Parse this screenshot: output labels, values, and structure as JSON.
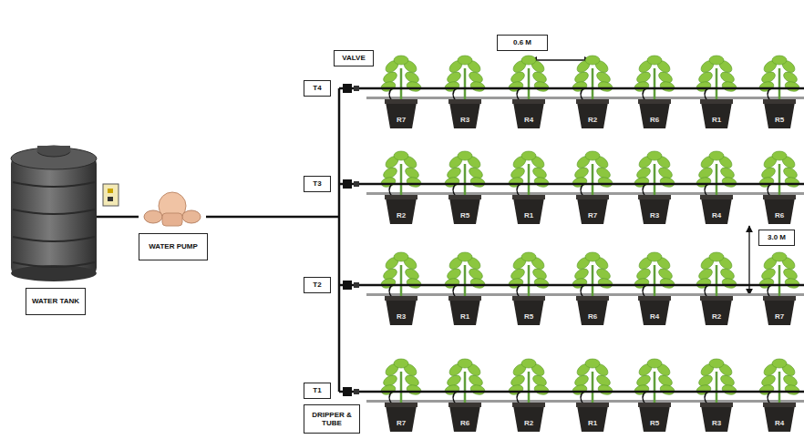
{
  "diagram": {
    "nodes": [
      {
        "text": [
          "0.6 M"
        ]
      },
      {
        "text": [
          "VALVE"
        ]
      },
      {
        "text": [
          "T4"
        ]
      },
      {
        "text": [
          "T3"
        ]
      },
      {
        "text": [
          "T2"
        ]
      },
      {
        "text": [
          "T1"
        ]
      },
      {
        "text": [
          "WATER TANK"
        ]
      },
      {
        "text": [
          "WATER PUMP"
        ]
      },
      {
        "text": [
          "3.0 M"
        ]
      },
      {
        "text": [
          "DRIPPER & TUBE"
        ]
      },
      {
        "text": [
          "R7"
        ]
      },
      {
        "text": [
          "R3"
        ]
      },
      {
        "text": [
          "R4"
        ]
      },
      {
        "text": [
          "R2"
        ]
      },
      {
        "text": [
          "R6"
        ]
      },
      {
        "text": [
          "R1"
        ]
      },
      {
        "text": [
          "R5"
        ]
      },
      {
        "text": [
          "R2"
        ]
      },
      {
        "text": [
          "R5"
        ]
      },
      {
        "text": [
          "R1"
        ]
      },
      {
        "text": [
          "R7"
        ]
      },
      {
        "text": [
          "R3"
        ]
      },
      {
        "text": [
          "R4"
        ]
      },
      {
        "text": [
          "R6"
        ]
      },
      {
        "text": [
          "R3"
        ]
      },
      {
        "text": [
          "R1"
        ]
      },
      {
        "text": [
          "R5"
        ]
      },
      {
        "text": [
          "R6"
        ]
      },
      {
        "text": [
          "R4"
        ]
      },
      {
        "text": [
          "R2"
        ]
      },
      {
        "text": [
          "R7"
        ]
      },
      {
        "text": [
          "R7"
        ]
      },
      {
        "text": [
          "R6"
        ]
      },
      {
        "text": [
          "R2"
        ]
      },
      {
        "text": [
          "R1"
        ]
      },
      {
        "text": [
          "R5"
        ]
      },
      {
        "text": [
          "R3"
        ]
      },
      {
        "text": [
          "R4"
        ]
      }
    ]
  }
}
